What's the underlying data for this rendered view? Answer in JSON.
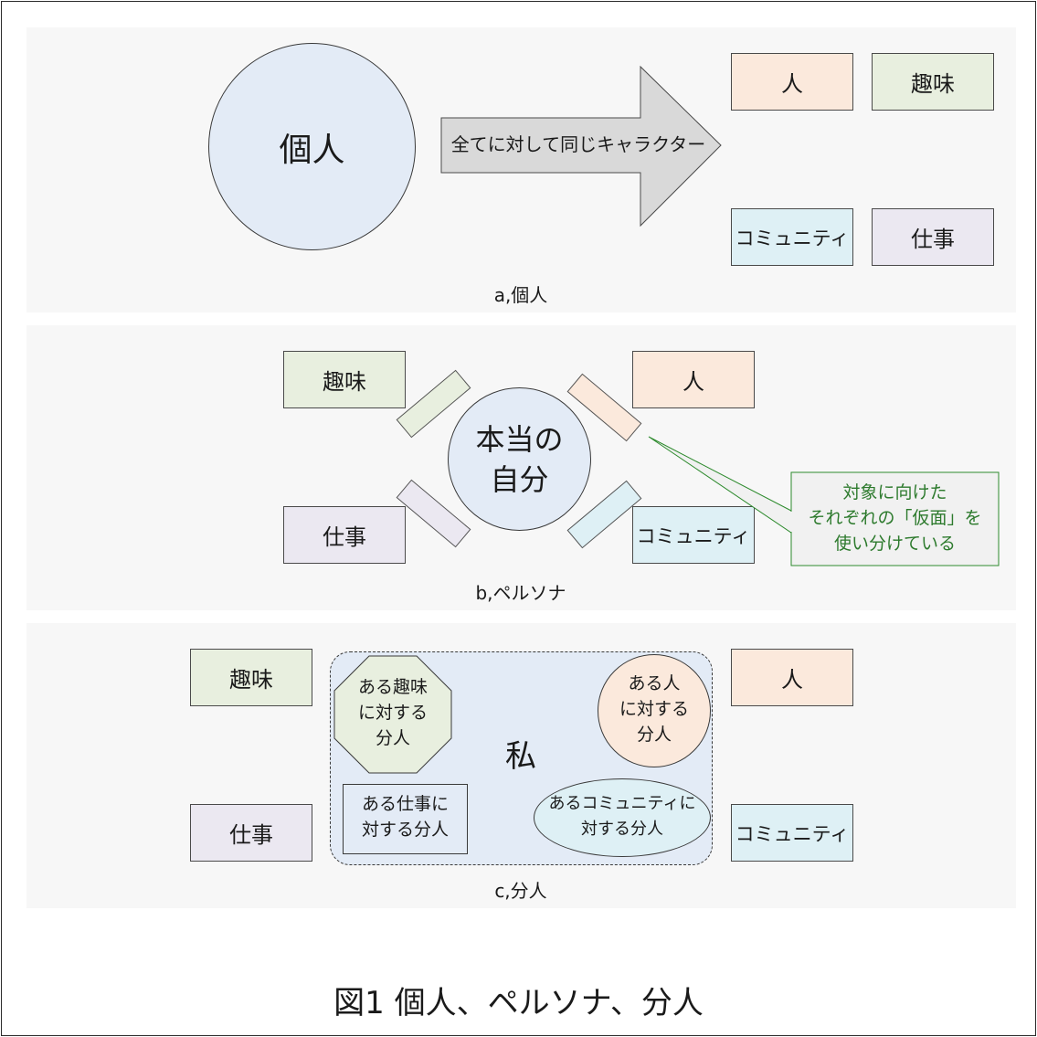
{
  "colors": {
    "panel_bg": "#f7f7f7",
    "person": "#fbe9dc",
    "hobby": "#e8efdf",
    "community": "#def0f5",
    "work": "#ebe8f1",
    "self_circle": "#e3ebf6",
    "arrow": "#d9d9d9",
    "callout_border": "#2e8b2e",
    "callout_text": "#2d7a2d"
  },
  "labels": {
    "person": "人",
    "hobby": "趣味",
    "community": "コミュニティ",
    "work": "仕事"
  },
  "panel_a": {
    "center": "個人",
    "arrow_text": "全てに対して同じキャラクター",
    "caption": "a,個人"
  },
  "panel_b": {
    "center_line1": "本当の",
    "center_line2": "自分",
    "callout_line1": "対象に向けた",
    "callout_line2": "それぞれの「仮面」を",
    "callout_line3": "使い分けている",
    "caption": "b,ペルソナ"
  },
  "panel_c": {
    "center": "私",
    "hobby_dividual": [
      "ある趣味",
      "に対する",
      "分人"
    ],
    "person_dividual": [
      "ある人",
      "に対する",
      "分人"
    ],
    "work_dividual": [
      "ある仕事に",
      "対する分人"
    ],
    "community_dividual": [
      "あるコミュニティに",
      "対する分人"
    ],
    "caption": "c,分人"
  },
  "figure_title": "図1 個人、ペルソナ、分人"
}
